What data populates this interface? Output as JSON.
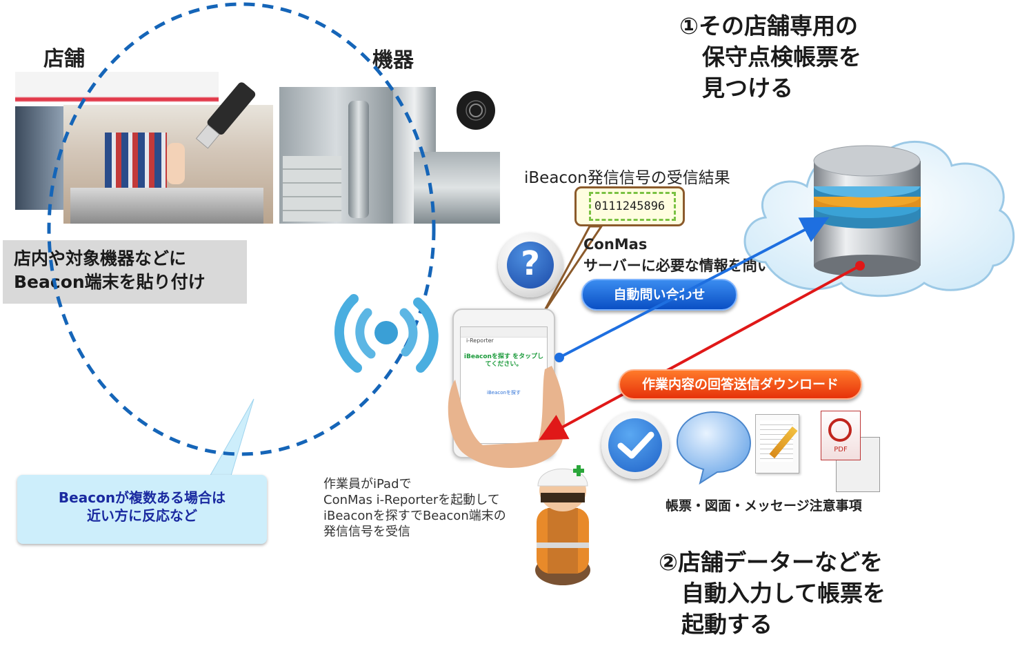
{
  "labels": {
    "store": "店舗",
    "equipment": "機器",
    "attach_note": "店内や対象機器などに\nBeacon端末を貼り付け",
    "callout": "Beaconが複数ある場合は\n近い方に反応など",
    "received_title": "iBeacon発信信号の受信結果",
    "signal_id": "0111245896",
    "conmas": "ConMas",
    "server_query": "サーバーに必要な情報を問い合わせ",
    "auto_query": "自動問い合わせ",
    "download": "作業内容の回答送信ダウンロード",
    "forms_caption": "帳票・図面・メッセージ注意事項",
    "worker_note": "作業員がiPadで\nConMas i-Reporterを起動して\niBeaconを探すでBeacon端末の\n発信信号を受信",
    "step1": "①その店舗専用の\n　保守点検帳票を\n　見つける",
    "step2": "②店舗データーなどを\n　自動入力して帳票を\n　起動する",
    "question_mark": "?",
    "pdf_label": "PDF"
  },
  "ipad": {
    "app_name": "i-Reporter",
    "prompt": "iBeaconを探す をタップし\nてください。",
    "link": "iBeaconを探す"
  },
  "icons": [
    "store-photo",
    "usb-beacon-icon",
    "equipment-photo",
    "beacon-tag-icon",
    "wireless-signal-icon",
    "question-icon",
    "database-icon",
    "cloud-icon",
    "check-icon",
    "speech-bubble-icon",
    "document-pencil-icon",
    "pdf-file-icon",
    "worker-icon",
    "tablet-icon"
  ],
  "colors": {
    "circle": "#1565b8",
    "blue_arrow": "#1e6fe0",
    "red_arrow": "#e01818",
    "note_bg": "#d9d9d9",
    "callout_bg": "#cdeefb",
    "speech_border": "#8b5a2b",
    "signal_green": "#7ac142"
  }
}
